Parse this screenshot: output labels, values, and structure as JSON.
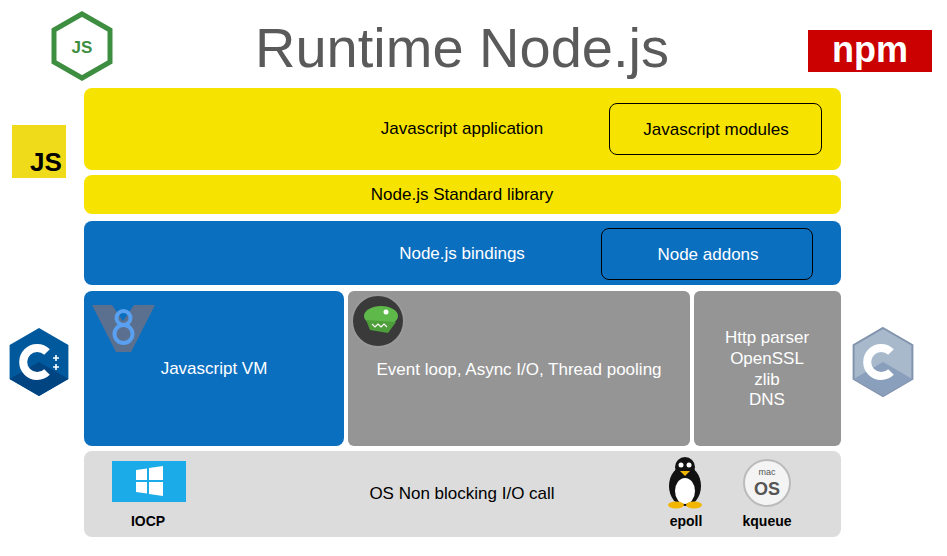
{
  "diagram": {
    "title": "Runtime Node.js",
    "nodes": [
      {
        "text": [
          "Javascript application"
        ]
      },
      {
        "text": [
          "Javascript modules"
        ],
        "in": 0
      },
      {
        "text": [
          "Node.js Standard library"
        ]
      },
      {
        "text": [
          "Node.js bindings"
        ]
      },
      {
        "text": [
          "Node addons"
        ],
        "in": 3
      },
      {
        "text": [
          "Javascript VM"
        ]
      },
      {
        "text": [
          "Event loop, Async I/O, Thread pooling"
        ]
      },
      {
        "text": [
          "Http parser",
          "OpenSSL",
          "zlib",
          "DNS"
        ]
      },
      {
        "text": [
          "OS Non blocking I/O call",
          "IOCP",
          "epoll",
          "kqueue"
        ]
      }
    ],
    "labels": [
      "JS",
      "npm",
      "JS",
      "mac",
      "OS"
    ]
  }
}
